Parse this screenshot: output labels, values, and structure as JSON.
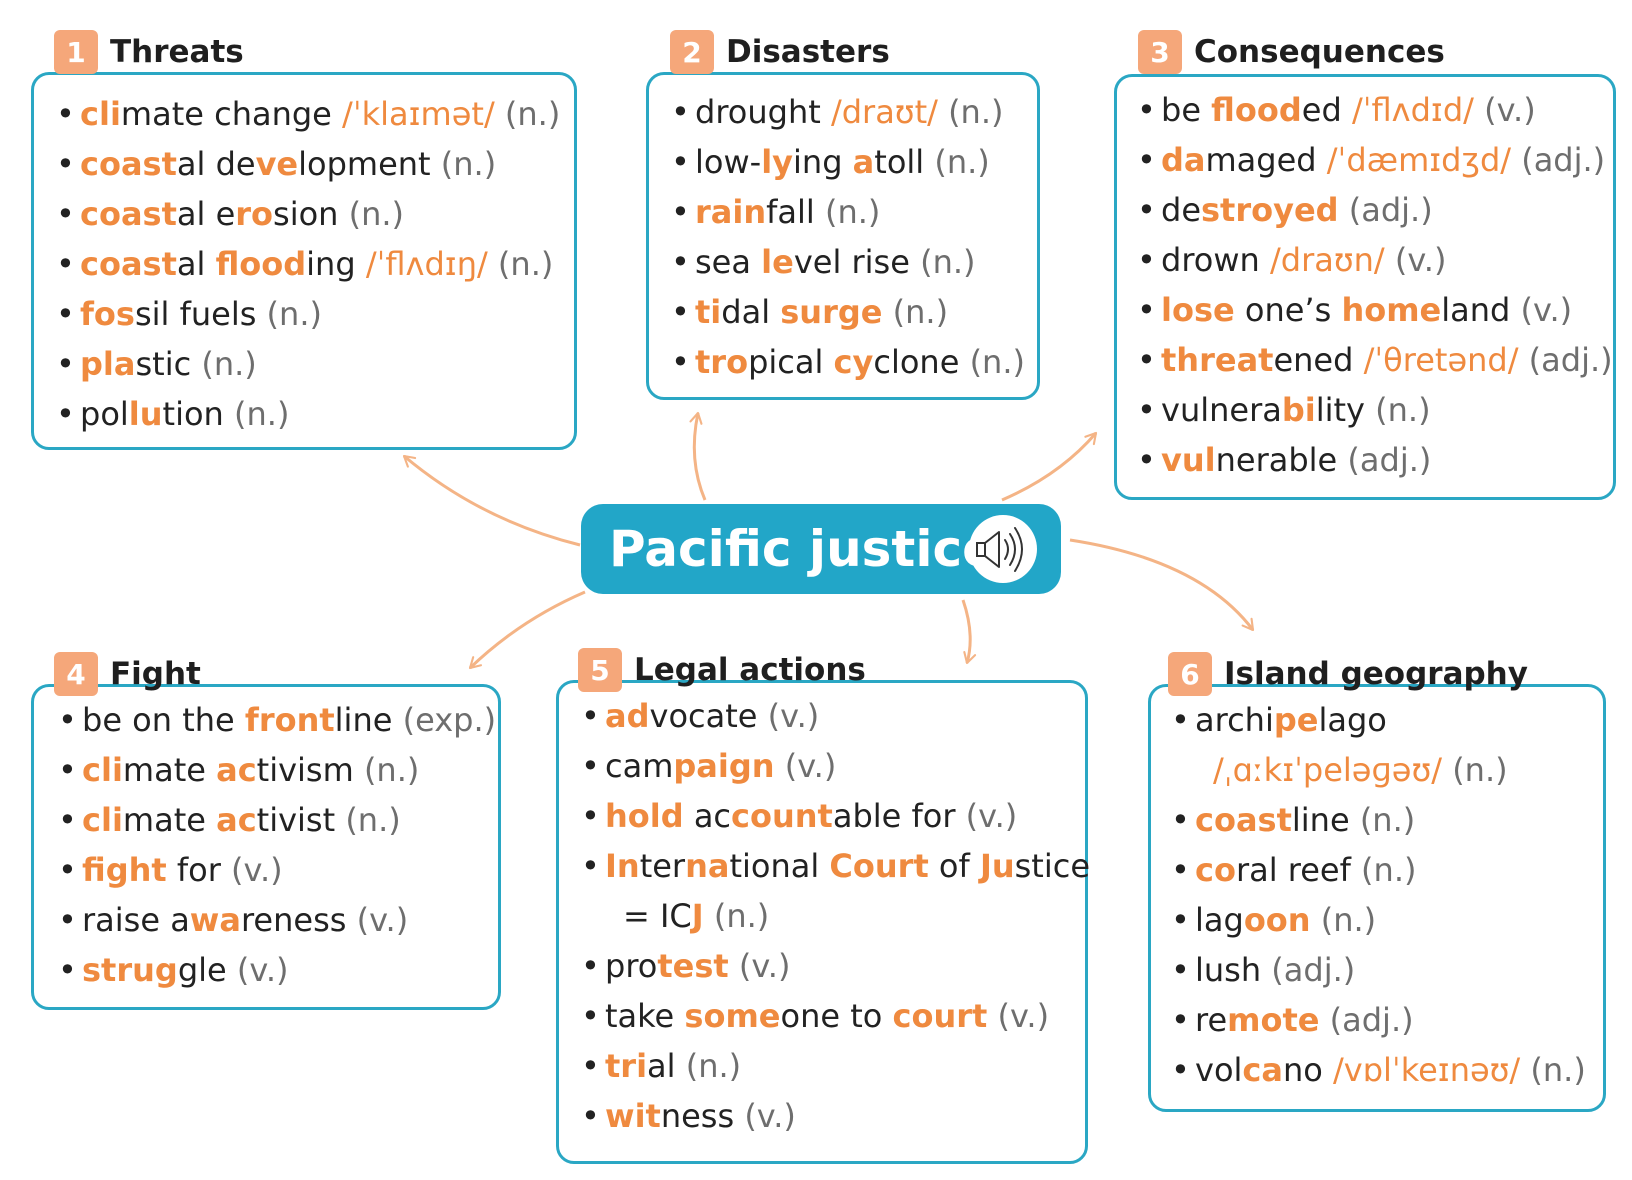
{
  "hub": {
    "title": "Pacific justice",
    "icon": "speaker-icon"
  },
  "colors": {
    "border": "#2aa7c4",
    "highlight": "#ef8a3f",
    "badge": "#f5a77a",
    "hub": "#22a6c8",
    "arrow": "#f4b486"
  },
  "categories": [
    {
      "id": "threats",
      "number": "1",
      "title": "Threats",
      "items": [
        [
          {
            "t": "cli",
            "s": "hl"
          },
          {
            "t": "mate change "
          },
          {
            "t": "/ˈklaɪmət/",
            "s": "ipa"
          },
          {
            "t": " (n.)",
            "s": "pos"
          }
        ],
        [
          {
            "t": "coast",
            "s": "hl"
          },
          {
            "t": "al de"
          },
          {
            "t": "ve",
            "s": "hl"
          },
          {
            "t": "lopment"
          },
          {
            "t": " (n.)",
            "s": "pos"
          }
        ],
        [
          {
            "t": "coast",
            "s": "hl"
          },
          {
            "t": "al e"
          },
          {
            "t": "ro",
            "s": "hl"
          },
          {
            "t": "sion"
          },
          {
            "t": " (n.)",
            "s": "pos"
          }
        ],
        [
          {
            "t": "coast",
            "s": "hl"
          },
          {
            "t": "al "
          },
          {
            "t": "flood",
            "s": "hl"
          },
          {
            "t": "ing "
          },
          {
            "t": "/ˈflʌdɪŋ/",
            "s": "ipa"
          },
          {
            "t": " (n.)",
            "s": "pos"
          }
        ],
        [
          {
            "t": "fos",
            "s": "hl"
          },
          {
            "t": "sil fuels"
          },
          {
            "t": " (n.)",
            "s": "pos"
          }
        ],
        [
          {
            "t": "pla",
            "s": "hl"
          },
          {
            "t": "stic"
          },
          {
            "t": " (n.)",
            "s": "pos"
          }
        ],
        [
          {
            "t": "pol"
          },
          {
            "t": "lu",
            "s": "hl"
          },
          {
            "t": "tion"
          },
          {
            "t": " (n.)",
            "s": "pos"
          }
        ]
      ]
    },
    {
      "id": "disasters",
      "number": "2",
      "title": "Disasters",
      "items": [
        [
          {
            "t": "drought "
          },
          {
            "t": "/draʊt/",
            "s": "ipa"
          },
          {
            "t": " (n.)",
            "s": "pos"
          }
        ],
        [
          {
            "t": "low-"
          },
          {
            "t": "ly",
            "s": "hl"
          },
          {
            "t": "ing "
          },
          {
            "t": "a",
            "s": "hl"
          },
          {
            "t": "toll"
          },
          {
            "t": " (n.)",
            "s": "pos"
          }
        ],
        [
          {
            "t": "rain",
            "s": "hl"
          },
          {
            "t": "fall"
          },
          {
            "t": " (n.)",
            "s": "pos"
          }
        ],
        [
          {
            "t": "sea "
          },
          {
            "t": "le",
            "s": "hl"
          },
          {
            "t": "vel rise"
          },
          {
            "t": " (n.)",
            "s": "pos"
          }
        ],
        [
          {
            "t": "ti",
            "s": "hl"
          },
          {
            "t": "dal "
          },
          {
            "t": "surge",
            "s": "hl"
          },
          {
            "t": " (n.)",
            "s": "pos"
          }
        ],
        [
          {
            "t": "tro",
            "s": "hl"
          },
          {
            "t": "pical "
          },
          {
            "t": "cy",
            "s": "hl"
          },
          {
            "t": "clone"
          },
          {
            "t": " (n.)",
            "s": "pos"
          }
        ]
      ]
    },
    {
      "id": "consequences",
      "number": "3",
      "title": "Consequences",
      "items": [
        [
          {
            "t": "be "
          },
          {
            "t": "flood",
            "s": "hl"
          },
          {
            "t": "ed "
          },
          {
            "t": "/ˈflʌdɪd/",
            "s": "ipa"
          },
          {
            "t": " (v.)",
            "s": "pos"
          }
        ],
        [
          {
            "t": "da",
            "s": "hl"
          },
          {
            "t": "maged "
          },
          {
            "t": "/ˈdæmɪdʒd/",
            "s": "ipa"
          },
          {
            "t": " (adj.)",
            "s": "pos"
          }
        ],
        [
          {
            "t": "de"
          },
          {
            "t": "stroyed",
            "s": "hl"
          },
          {
            "t": " (adj.)",
            "s": "pos"
          }
        ],
        [
          {
            "t": "drown "
          },
          {
            "t": "/draʊn/",
            "s": "ipa"
          },
          {
            "t": " (v.)",
            "s": "pos"
          }
        ],
        [
          {
            "t": "lose",
            "s": "hl"
          },
          {
            "t": " one’s "
          },
          {
            "t": "home",
            "s": "hl"
          },
          {
            "t": "land"
          },
          {
            "t": " (v.)",
            "s": "pos"
          }
        ],
        [
          {
            "t": "threat",
            "s": "hl"
          },
          {
            "t": "ened "
          },
          {
            "t": "/ˈθretənd/",
            "s": "ipa"
          },
          {
            "t": " (adj.)",
            "s": "pos"
          }
        ],
        [
          {
            "t": "vulnera"
          },
          {
            "t": "bi",
            "s": "hl"
          },
          {
            "t": "lity"
          },
          {
            "t": " (n.)",
            "s": "pos"
          }
        ],
        [
          {
            "t": "vul",
            "s": "hl"
          },
          {
            "t": "nerable"
          },
          {
            "t": " (adj.)",
            "s": "pos"
          }
        ]
      ]
    },
    {
      "id": "fight",
      "number": "4",
      "title": "Fight",
      "items": [
        [
          {
            "t": "be on the "
          },
          {
            "t": "front",
            "s": "hl"
          },
          {
            "t": "line"
          },
          {
            "t": " (exp.)",
            "s": "pos"
          }
        ],
        [
          {
            "t": "cli",
            "s": "hl"
          },
          {
            "t": "mate "
          },
          {
            "t": "ac",
            "s": "hl"
          },
          {
            "t": "tivism"
          },
          {
            "t": " (n.)",
            "s": "pos"
          }
        ],
        [
          {
            "t": "cli",
            "s": "hl"
          },
          {
            "t": "mate "
          },
          {
            "t": "ac",
            "s": "hl"
          },
          {
            "t": "tivist"
          },
          {
            "t": " (n.)",
            "s": "pos"
          }
        ],
        [
          {
            "t": "fight",
            "s": "hl"
          },
          {
            "t": " for"
          },
          {
            "t": " (v.)",
            "s": "pos"
          }
        ],
        [
          {
            "t": "raise a"
          },
          {
            "t": "wa",
            "s": "hl"
          },
          {
            "t": "reness"
          },
          {
            "t": " (v.)",
            "s": "pos"
          }
        ],
        [
          {
            "t": "strug",
            "s": "hl"
          },
          {
            "t": "gle"
          },
          {
            "t": " (v.)",
            "s": "pos"
          }
        ]
      ]
    },
    {
      "id": "legal",
      "number": "5",
      "title": "Legal actions",
      "items": [
        [
          {
            "t": "ad",
            "s": "hl"
          },
          {
            "t": "vocate"
          },
          {
            "t": " (v.)",
            "s": "pos"
          }
        ],
        [
          {
            "t": "cam"
          },
          {
            "t": "paign",
            "s": "hl"
          },
          {
            "t": " (v.)",
            "s": "pos"
          }
        ],
        [
          {
            "t": "hold",
            "s": "hl"
          },
          {
            "t": " ac"
          },
          {
            "t": "count",
            "s": "hl"
          },
          {
            "t": "able for"
          },
          {
            "t": " (v.)",
            "s": "pos"
          }
        ],
        [
          {
            "t": "In",
            "s": "hl"
          },
          {
            "t": "ter"
          },
          {
            "t": "na",
            "s": "hl"
          },
          {
            "t": "tional "
          },
          {
            "t": "Court",
            "s": "hl"
          },
          {
            "t": " of "
          },
          {
            "t": "Ju",
            "s": "hl"
          },
          {
            "t": "stice"
          }
        ],
        [
          {
            "t": "= IC",
            "c": "nob"
          },
          {
            "t": "J",
            "s": "hl"
          },
          {
            "t": " (n.)",
            "s": "pos"
          }
        ],
        [
          {
            "t": "pro"
          },
          {
            "t": "test",
            "s": "hl"
          },
          {
            "t": " (v.)",
            "s": "pos"
          }
        ],
        [
          {
            "t": "take "
          },
          {
            "t": "some",
            "s": "hl"
          },
          {
            "t": "one to "
          },
          {
            "t": "court",
            "s": "hl"
          },
          {
            "t": " (v.)",
            "s": "pos"
          }
        ],
        [
          {
            "t": "tri",
            "s": "hl"
          },
          {
            "t": "al"
          },
          {
            "t": " (n.)",
            "s": "pos"
          }
        ],
        [
          {
            "t": "wit",
            "s": "hl"
          },
          {
            "t": "ness"
          },
          {
            "t": " (v.)",
            "s": "pos"
          }
        ]
      ]
    },
    {
      "id": "island",
      "number": "6",
      "title": "Island geography",
      "items": [
        [
          {
            "t": "archi"
          },
          {
            "t": "pe",
            "s": "hl"
          },
          {
            "t": "lago"
          }
        ],
        [
          {
            "t": "/ˌɑːkɪˈpeləɡəʊ/",
            "s": "ipa",
            "c": "nob"
          },
          {
            "t": " (n.)",
            "s": "pos"
          }
        ],
        [
          {
            "t": "coast",
            "s": "hl"
          },
          {
            "t": "line"
          },
          {
            "t": " (n.)",
            "s": "pos"
          }
        ],
        [
          {
            "t": "co",
            "s": "hl"
          },
          {
            "t": "ral reef"
          },
          {
            "t": " (n.)",
            "s": "pos"
          }
        ],
        [
          {
            "t": "lag"
          },
          {
            "t": "oon",
            "s": "hl"
          },
          {
            "t": " (n.)",
            "s": "pos"
          }
        ],
        [
          {
            "t": "lush"
          },
          {
            "t": " (adj.)",
            "s": "pos"
          }
        ],
        [
          {
            "t": "re"
          },
          {
            "t": "mote",
            "s": "hl"
          },
          {
            "t": " (adj.)",
            "s": "pos"
          }
        ],
        [
          {
            "t": "vol"
          },
          {
            "t": "ca",
            "s": "hl"
          },
          {
            "t": "no "
          },
          {
            "t": "/vɒlˈkeɪnəʊ/",
            "s": "ipa"
          },
          {
            "t": " (n.)",
            "s": "pos"
          }
        ]
      ]
    }
  ]
}
